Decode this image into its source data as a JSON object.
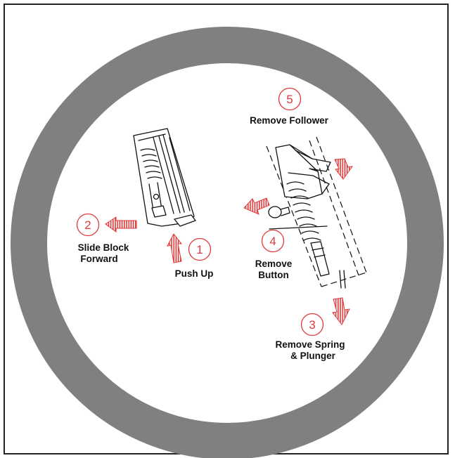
{
  "colors": {
    "ring": "#808080",
    "accent": "#e03a3a",
    "ink": "#111111",
    "frame": "#222222"
  },
  "steps": [
    {
      "number": "1",
      "label": [
        "Push Up"
      ]
    },
    {
      "number": "2",
      "label": [
        "Slide Block",
        "Forward"
      ]
    },
    {
      "number": "3",
      "label": [
        "Remove Spring",
        "& Plunger"
      ]
    },
    {
      "number": "4",
      "label": [
        "Remove",
        "Button"
      ]
    },
    {
      "number": "5",
      "label": [
        "Remove Follower"
      ]
    }
  ]
}
